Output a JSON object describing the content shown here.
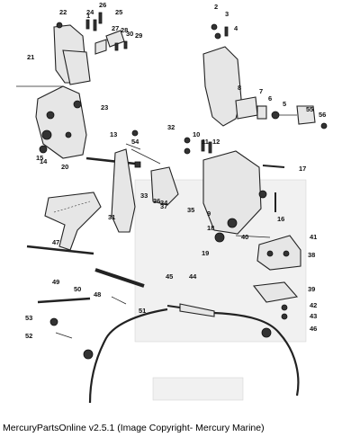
{
  "callouts": [
    "1",
    "2",
    "3",
    "4",
    "5",
    "6",
    "7",
    "8",
    "9",
    "10",
    "11",
    "12",
    "13",
    "14",
    "15",
    "16",
    "17",
    "18",
    "19",
    "20",
    "21",
    "22",
    "23",
    "24",
    "25",
    "26",
    "27",
    "28",
    "29",
    "30",
    "31",
    "32",
    "33",
    "34",
    "35",
    "36",
    "37",
    "38",
    "39",
    "40",
    "41",
    "42",
    "43",
    "44",
    "45",
    "46",
    "47",
    "48",
    "49",
    "50",
    "51",
    "52",
    "53",
    "54",
    "55",
    "56"
  ],
  "footer": "MercuryPartsOnline v2.5.1 (Image Copyright- Mercury Marine)"
}
